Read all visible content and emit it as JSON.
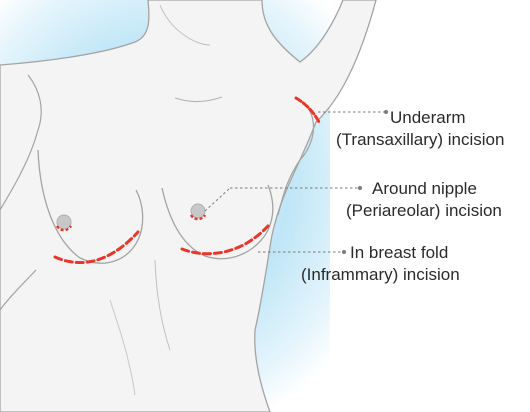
{
  "labels": {
    "underarm": {
      "line1": "Underarm",
      "line2": "(Transaxillary) incision"
    },
    "nipple": {
      "line1": "Around nipple",
      "line2": "(Periareolar) incision"
    },
    "fold": {
      "line1": "In breast fold",
      "line2": "(Inframmary) incision"
    }
  },
  "colors": {
    "incision": "#e8362a",
    "background_glow": "#bfe6f7",
    "body_fill": "#f4f4f5",
    "outline": "#9a9a9a",
    "leader_line": "#7a7a7a",
    "areola": "#c8c8ca"
  }
}
